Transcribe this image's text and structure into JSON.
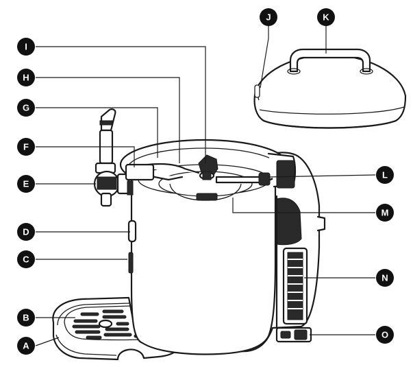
{
  "labels": [
    {
      "id": "A",
      "text": "A"
    },
    {
      "id": "B",
      "text": "B"
    },
    {
      "id": "C",
      "text": "C"
    },
    {
      "id": "D",
      "text": "D"
    },
    {
      "id": "E",
      "text": "E"
    },
    {
      "id": "F",
      "text": "F"
    },
    {
      "id": "G",
      "text": "G"
    },
    {
      "id": "H",
      "text": "H"
    },
    {
      "id": "I",
      "text": "I"
    },
    {
      "id": "J",
      "text": "J"
    },
    {
      "id": "K",
      "text": "K"
    },
    {
      "id": "L",
      "text": "L"
    },
    {
      "id": "M",
      "text": "M"
    },
    {
      "id": "N",
      "text": "N"
    },
    {
      "id": "O",
      "text": "O"
    }
  ],
  "colors": {
    "badge": "#111111",
    "badge_text": "#ffffff",
    "line": "#1a1a1a"
  }
}
